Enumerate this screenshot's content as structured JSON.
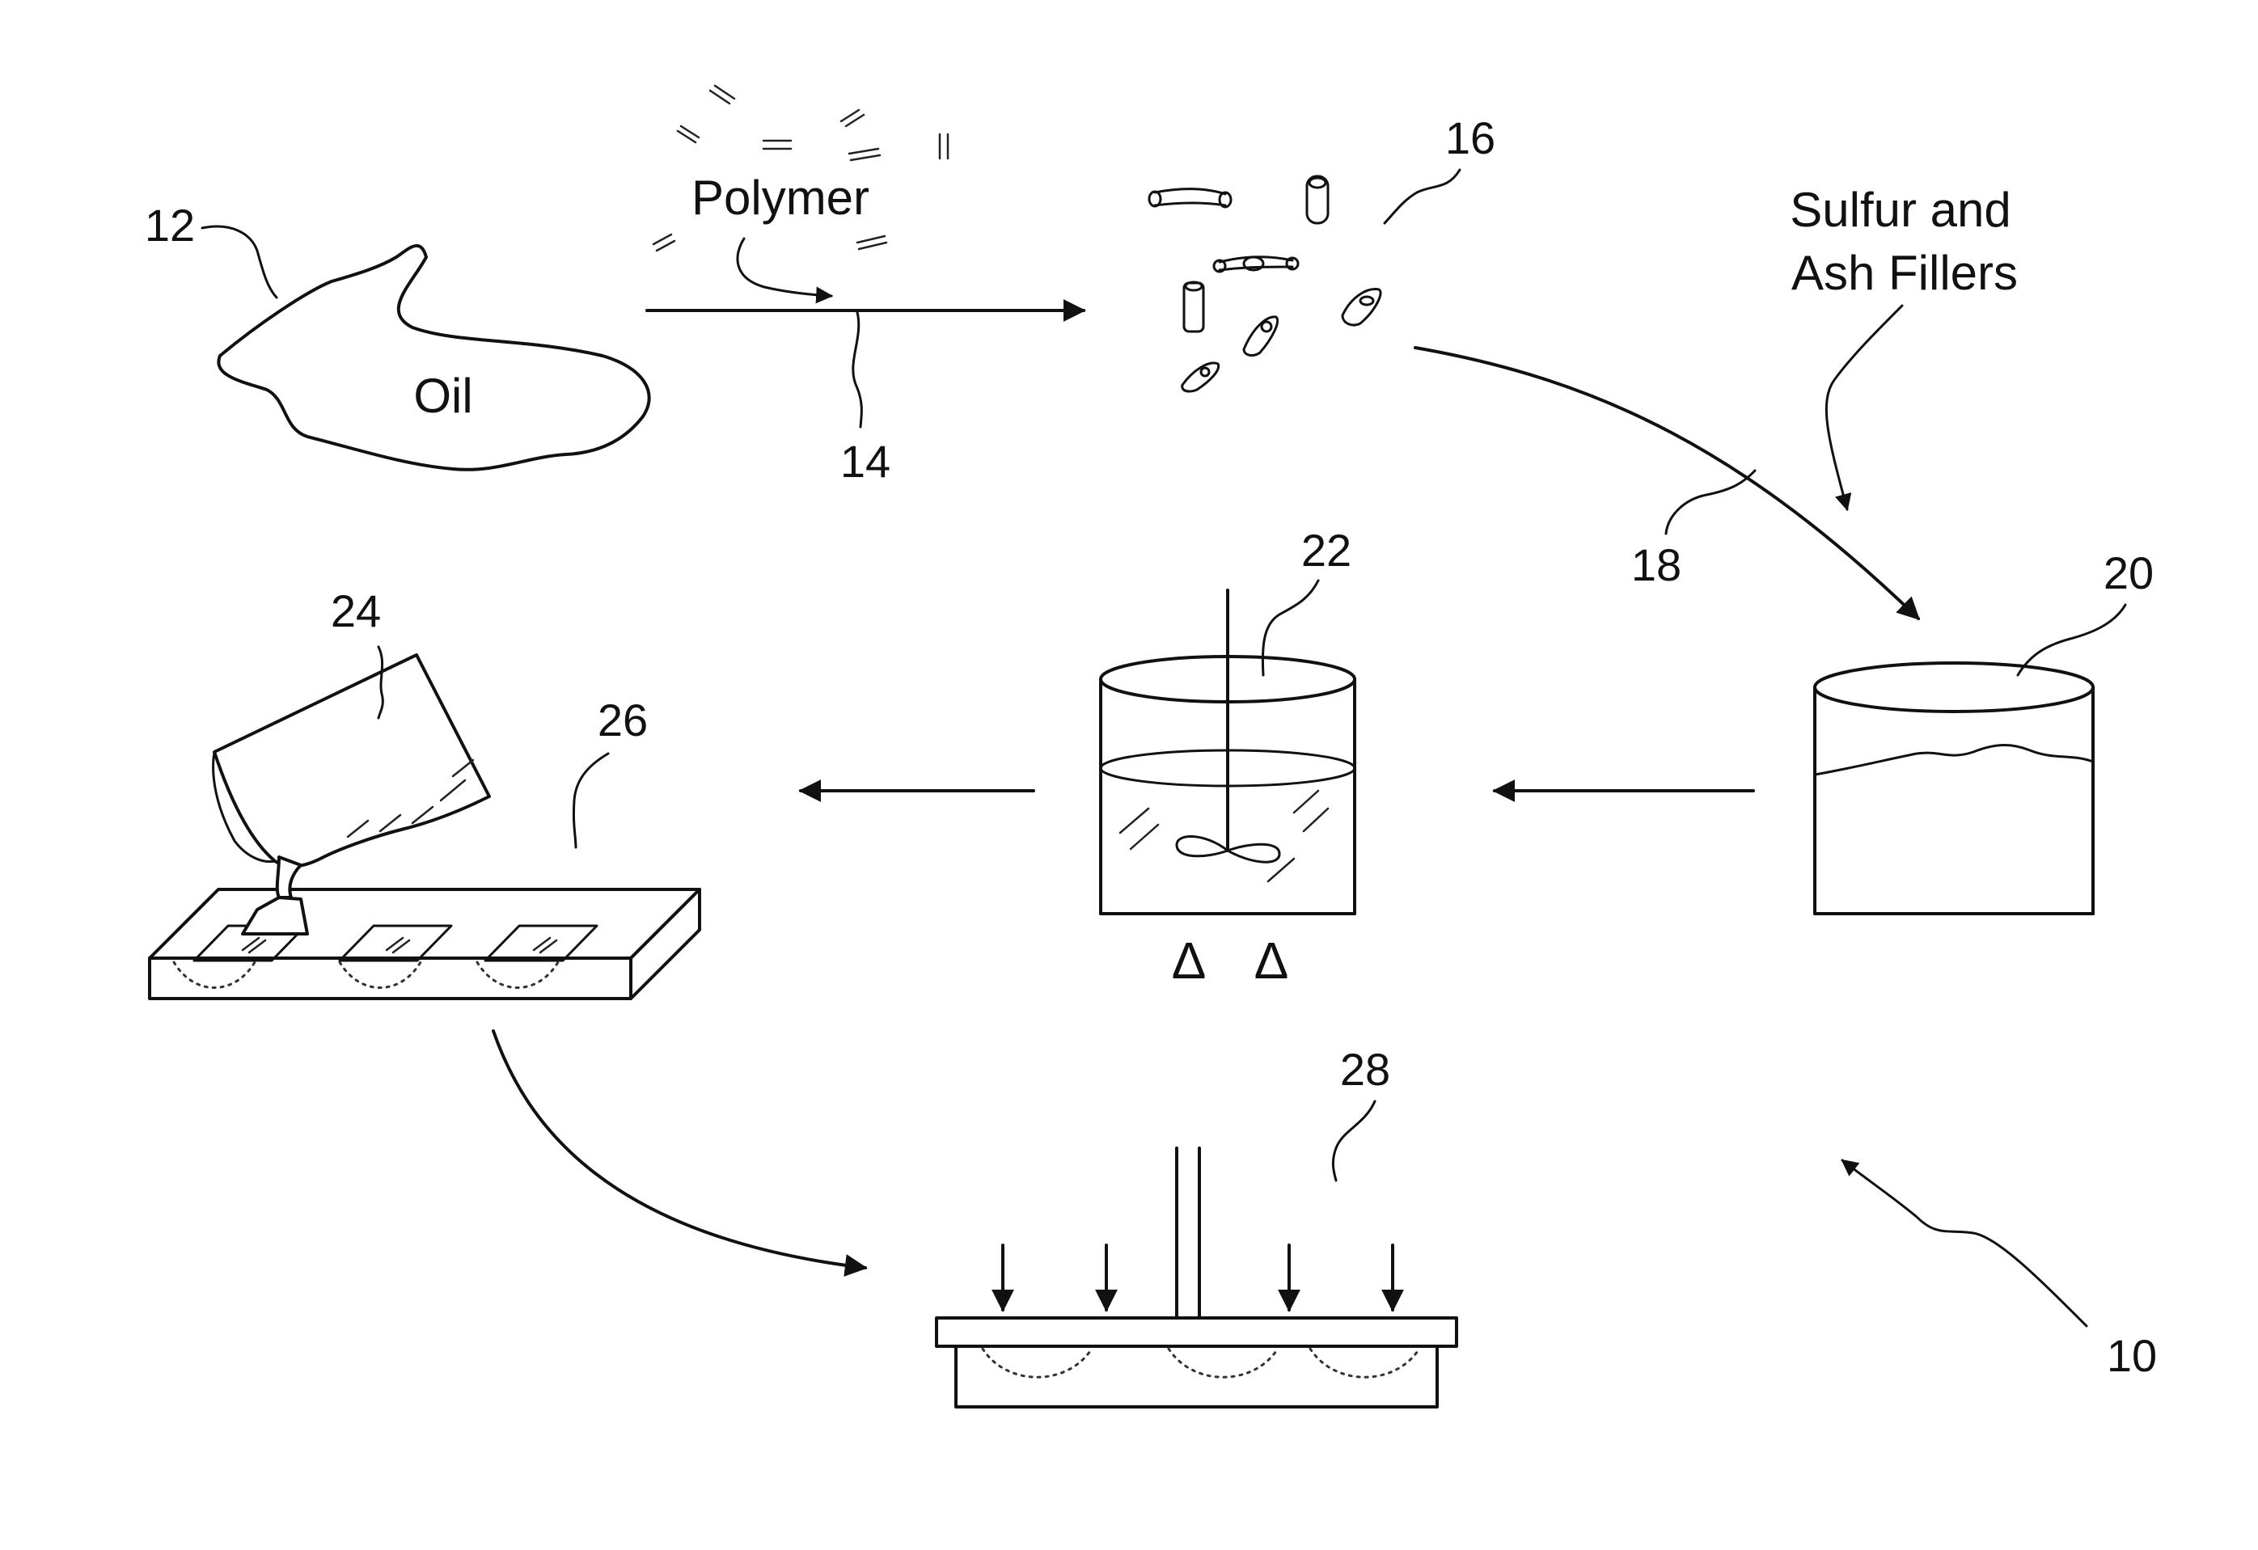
{
  "figure": {
    "ref_labels": {
      "system": "10",
      "oil": "12",
      "polymer_mixing": "14",
      "oil_polymer_blend": "16",
      "transfer_curve": "18",
      "container": "20",
      "heated_mixer": "22",
      "pour_vessel": "24",
      "mold_tray": "26",
      "press": "28"
    },
    "text": {
      "oil": "Oil",
      "polymer": "Polymer",
      "fillers_line1": "Sulfur and",
      "fillers_line2": "Ash Fillers",
      "heat_symbol_1": "Δ",
      "heat_symbol_2": "Δ",
      "polymer_glyph": "="
    }
  }
}
